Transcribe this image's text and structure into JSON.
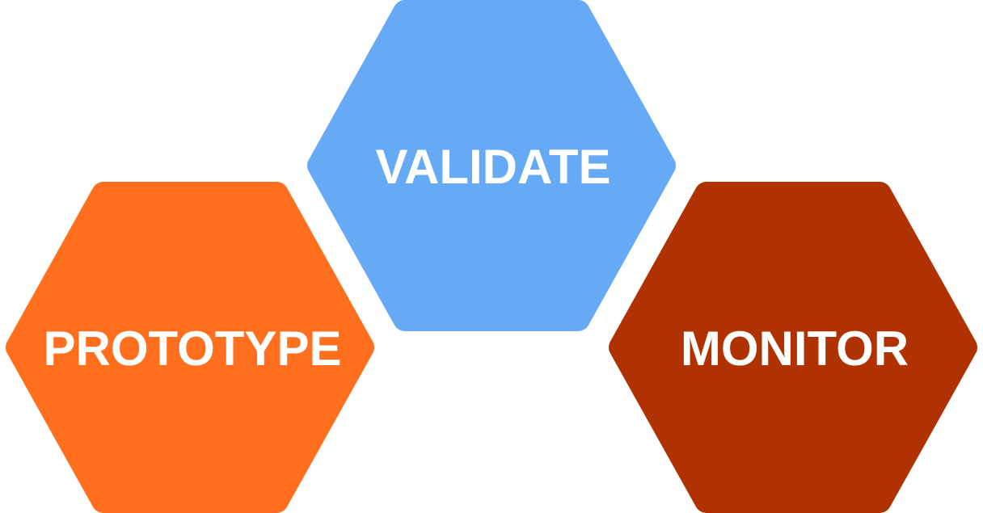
{
  "hexagons": [
    {
      "label": "PROTOTYPE",
      "color": "#FF6F1E"
    },
    {
      "label": "VALIDATE",
      "color": "#66A9F5"
    },
    {
      "label": "MONITOR",
      "color": "#B03200"
    }
  ]
}
